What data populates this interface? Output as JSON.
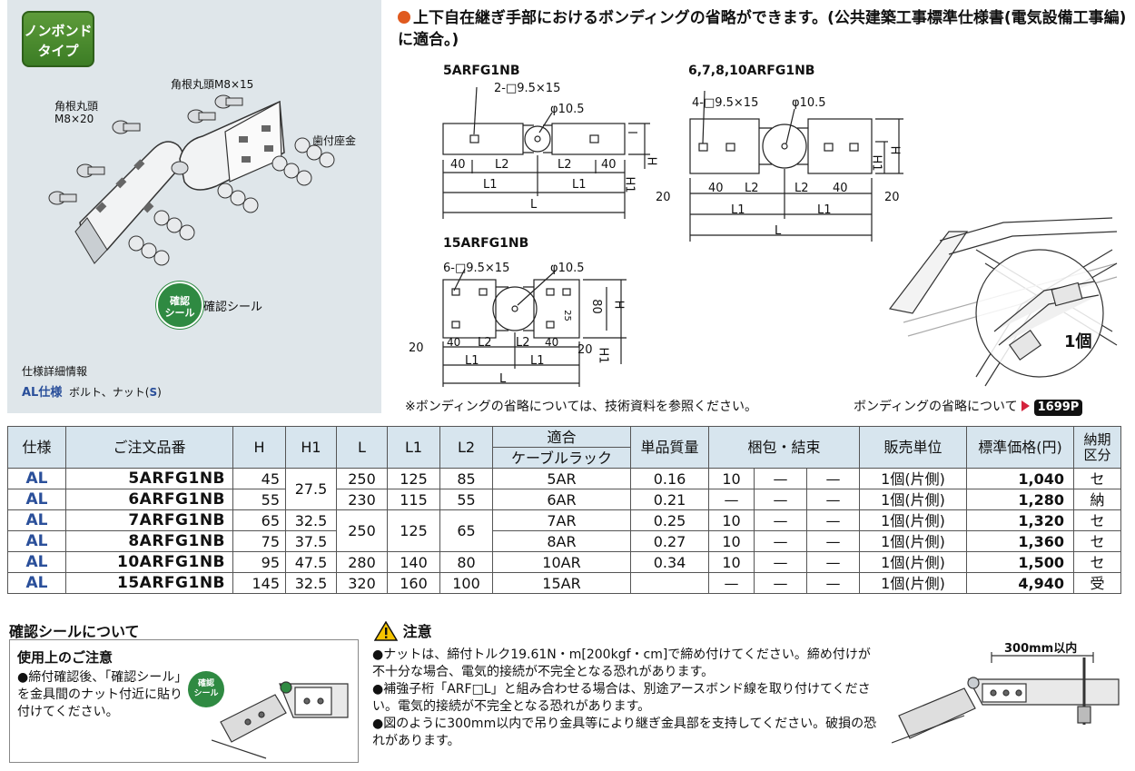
{
  "badge": {
    "line1": "ノンボンド",
    "line2": "タイプ"
  },
  "illustration": {
    "label_bolt_small_1": "角根丸頭",
    "label_bolt_small_2": "M8×20",
    "label_bolt_large": "角根丸頭M8×15",
    "label_washer": "歯付座金",
    "seal_text_1": "確認",
    "seal_text_2": "シール",
    "seal_label": "確認シール",
    "spec_title": "仕様詳細情報",
    "spec_al": "AL仕様",
    "spec_desc": "ボルト、ナット(",
    "spec_s": "S",
    "spec_close": ")"
  },
  "headline": {
    "text": "上下自在継ぎ手部におけるボンディングの省略ができます。(公共建築工事標準仕様書(電気設備工事編)に適合。)"
  },
  "diagrams": {
    "d1": {
      "title": "5ARFG1NB",
      "hole": "2-□9.5×15",
      "pivot": "φ10.5",
      "d40a": "40",
      "l2a": "L2",
      "l2b": "L2",
      "d40b": "40",
      "l1a": "L1",
      "l1b": "L1",
      "l": "L",
      "h": "H",
      "h1": "H1"
    },
    "d2": {
      "title": "6,7,8,10ARFG1NB",
      "hole": "4-□9.5×15",
      "pivot": "φ10.5",
      "d20a": "20",
      "d40a": "40",
      "l2a": "L2",
      "l2b": "L2",
      "d40b": "40",
      "d20b": "20",
      "l1a": "L1",
      "l1b": "L1",
      "l": "L",
      "h": "H",
      "h1": "H1"
    },
    "d3": {
      "title": "15ARFG1NB",
      "hole": "6-□9.5×15",
      "pivot": "φ10.5",
      "d20a": "20",
      "d40a": "40",
      "l2a": "L2",
      "l2b": "L2",
      "d40b": "40",
      "d20b": "20",
      "l1a": "L1",
      "l1b": "L1",
      "l": "L",
      "h": "H",
      "h1": "H1",
      "d80": "80",
      "d25": "25"
    },
    "qty": "1個"
  },
  "footnote": {
    "text": "※ボンディングの省略については、技術資料を参照ください。",
    "link": "ボンディングの省略について",
    "page": "1699P"
  },
  "table": {
    "headers": {
      "spec": "仕様",
      "order": "ご注文品番",
      "h": "H",
      "h1": "H1",
      "l": "L",
      "l1": "L1",
      "l2": "L2",
      "fit_top": "適合",
      "fit_bottom": "ケーブルラック",
      "weight": "単品質量",
      "pack": "梱包・結束",
      "unit": "販売単位",
      "price": "標準価格(円)",
      "lead": "納期区分"
    },
    "rows": [
      {
        "spec": "AL",
        "order": "5ARFG1NB",
        "h": "45",
        "h1": "27.5",
        "l": "250",
        "l1": "125",
        "l2": "85",
        "fit": "5AR",
        "weight": "0.16",
        "p1": "10",
        "p2": "—",
        "p3": "—",
        "unit": "1個(片側)",
        "price": "1,040",
        "lead": "セ"
      },
      {
        "spec": "AL",
        "order": "6ARFG1NB",
        "h": "55",
        "l": "230",
        "l1": "115",
        "l2": "55",
        "fit": "6AR",
        "weight": "0.21",
        "p1": "—",
        "p2": "—",
        "p3": "—",
        "unit": "1個(片側)",
        "price": "1,280",
        "lead": "納"
      },
      {
        "spec": "AL",
        "order": "7ARFG1NB",
        "h": "65",
        "h1": "32.5",
        "l": "250",
        "l1": "125",
        "l2": "65",
        "fit": "7AR",
        "weight": "0.25",
        "p1": "10",
        "p2": "—",
        "p3": "—",
        "unit": "1個(片側)",
        "price": "1,320",
        "lead": "セ"
      },
      {
        "spec": "AL",
        "order": "8ARFG1NB",
        "h": "75",
        "h1": "37.5",
        "fit": "8AR",
        "weight": "0.27",
        "p1": "10",
        "p2": "—",
        "p3": "—",
        "unit": "1個(片側)",
        "price": "1,360",
        "lead": "セ"
      },
      {
        "spec": "AL",
        "order": "10ARFG1NB",
        "h": "95",
        "h1": "47.5",
        "l": "280",
        "l1": "140",
        "l2": "80",
        "fit": "10AR",
        "weight": "0.34",
        "p1": "10",
        "p2": "—",
        "p3": "—",
        "unit": "1個(片側)",
        "price": "1,500",
        "lead": "セ"
      },
      {
        "spec": "AL",
        "order": "15ARFG1NB",
        "h": "145",
        "h1": "32.5",
        "l": "320",
        "l1": "160",
        "l2": "100",
        "fit": "15AR",
        "weight": "",
        "p1": "—",
        "p2": "—",
        "p3": "—",
        "unit": "1個(片側)",
        "price": "4,940",
        "lead": "受"
      }
    ]
  },
  "seal_section": {
    "heading": "確認シールについて",
    "box_title": "使用上のご注意",
    "box_body": "●締付確認後、「確認シール」を金具間のナット付近に貼り付けてください。",
    "seal_text_1": "確認",
    "seal_text_2": "シール"
  },
  "caution": {
    "heading": "注意",
    "items": [
      "●ナットは、締付トルク19.61N・m[200kgf・cm]で締め付けてください。締め付けが不十分な場合、電気的接続が不完全となる恐れがあります。",
      "●補強子桁「ARF□L」と組み合わせる場合は、別途アースボンド線を取り付けてください。電気的接続が不完全となる恐れがあります。",
      "●図のように300mm以内で吊り金具等により継ぎ金具部を支持してください。破損の恐れがあります。"
    ],
    "dim": "300mm以内"
  },
  "colors": {
    "accent": "#e05a1f",
    "al_blue": "#2a4f9a",
    "header_bg": "#d7e5ee",
    "seal_green": "#2f8a42",
    "badge_green": "#4a8c2e"
  }
}
